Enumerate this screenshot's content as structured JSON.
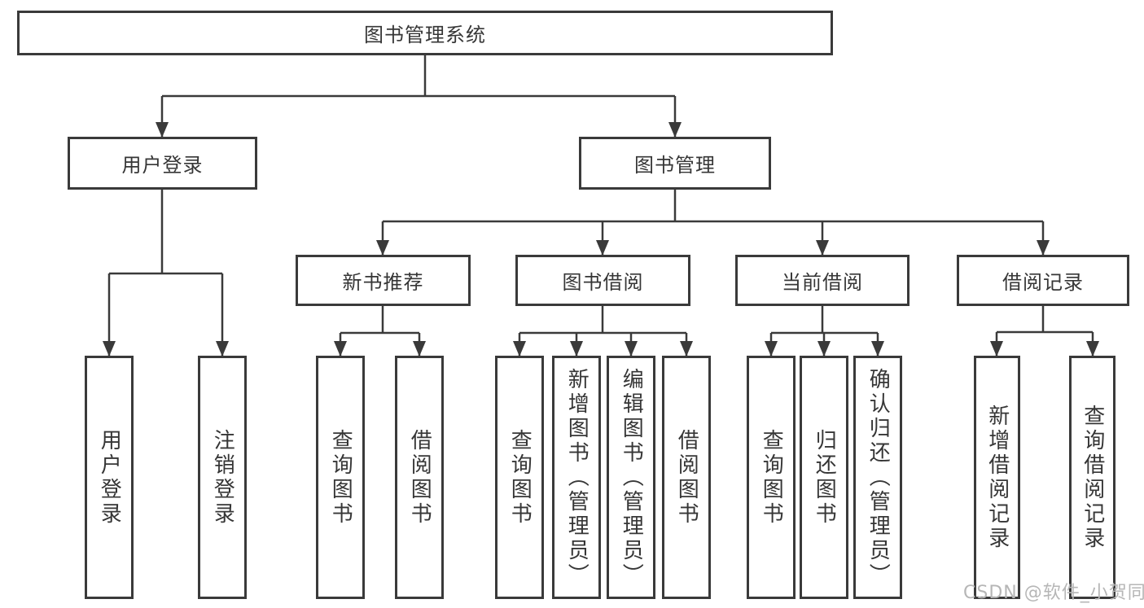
{
  "diagram": {
    "type": "hierarchy-tree",
    "nodes": {
      "root": {
        "label": "图书管理系统"
      },
      "user_login": {
        "label": "用户登录"
      },
      "book_mgmt": {
        "label": "图书管理"
      },
      "new_book_rec": {
        "label": "新书推荐"
      },
      "book_borrow": {
        "label": "图书借阅"
      },
      "current_borrow": {
        "label": "当前借阅"
      },
      "borrow_record": {
        "label": "借阅记录"
      },
      "leaf_user_login": {
        "label": "用户登录"
      },
      "leaf_logout": {
        "label": "注销登录"
      },
      "leaf_rec_query_book": {
        "label": "查询图书"
      },
      "leaf_rec_borrow_book": {
        "label": "借阅图书"
      },
      "leaf_bb_query_book": {
        "label": "查询图书"
      },
      "leaf_bb_add_book_admin": {
        "label": "新增图书（管理员）"
      },
      "leaf_bb_edit_book_admin": {
        "label": "编辑图书（管理员）"
      },
      "leaf_bb_borrow_book": {
        "label": "借阅图书"
      },
      "leaf_cur_query_book": {
        "label": "查询图书"
      },
      "leaf_cur_return_book": {
        "label": "归还图书"
      },
      "leaf_cur_confirm_return_admin": {
        "label": "确认归还（管理员）"
      },
      "leaf_br_add_record": {
        "label": "新增借阅记录"
      },
      "leaf_br_query_record": {
        "label": "查询借阅记录"
      }
    },
    "tree": {
      "图书管理系统": {
        "用户登录": [
          "用户登录",
          "注销登录"
        ],
        "图书管理": {
          "新书推荐": [
            "查询图书",
            "借阅图书"
          ],
          "图书借阅": [
            "查询图书",
            "新增图书（管理员）",
            "编辑图书（管理员）",
            "借阅图书"
          ],
          "当前借阅": [
            "查询图书",
            "归还图书",
            "确认归还（管理员）"
          ],
          "借阅记录": [
            "新增借阅记录",
            "查询借阅记录"
          ]
        }
      }
    },
    "colors": {
      "line": "#3a3a3a",
      "text": "#363636",
      "background": "#ffffff",
      "watermark_text_color": "#b6b6b6"
    },
    "watermark": "CSDN @软件_小贺同学"
  }
}
